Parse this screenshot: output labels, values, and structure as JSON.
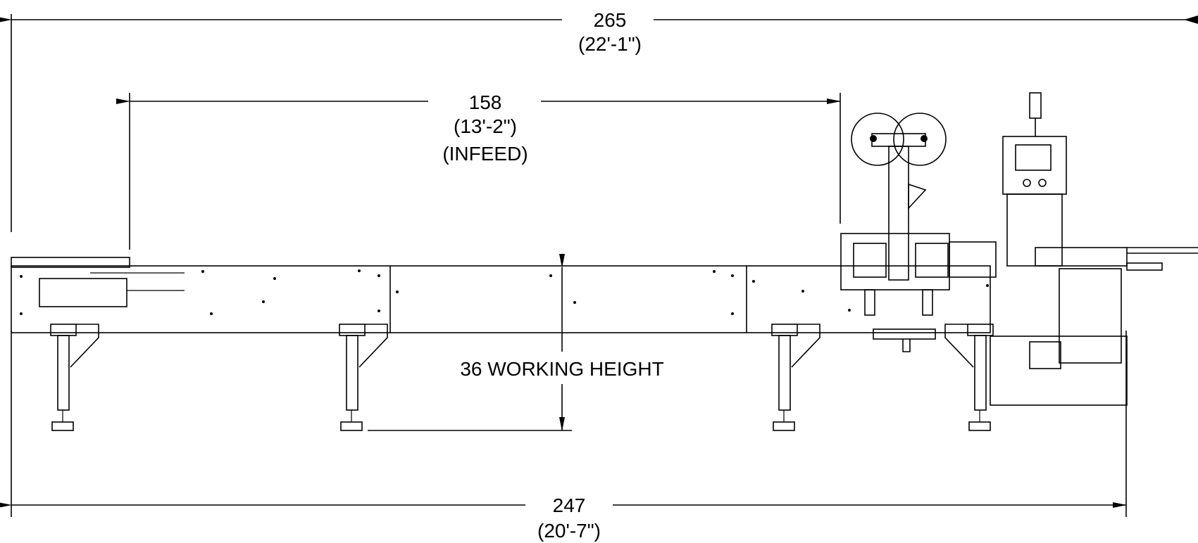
{
  "dimensions": {
    "overall": {
      "value": "265",
      "imperial": "(22'-1\")"
    },
    "infeed": {
      "value": "158",
      "imperial": "(13'-2\")",
      "note": "(INFEED)"
    },
    "working_height": {
      "label": "36  WORKING HEIGHT"
    },
    "base_length": {
      "value": "247",
      "imperial": "(20'-7\")"
    }
  }
}
